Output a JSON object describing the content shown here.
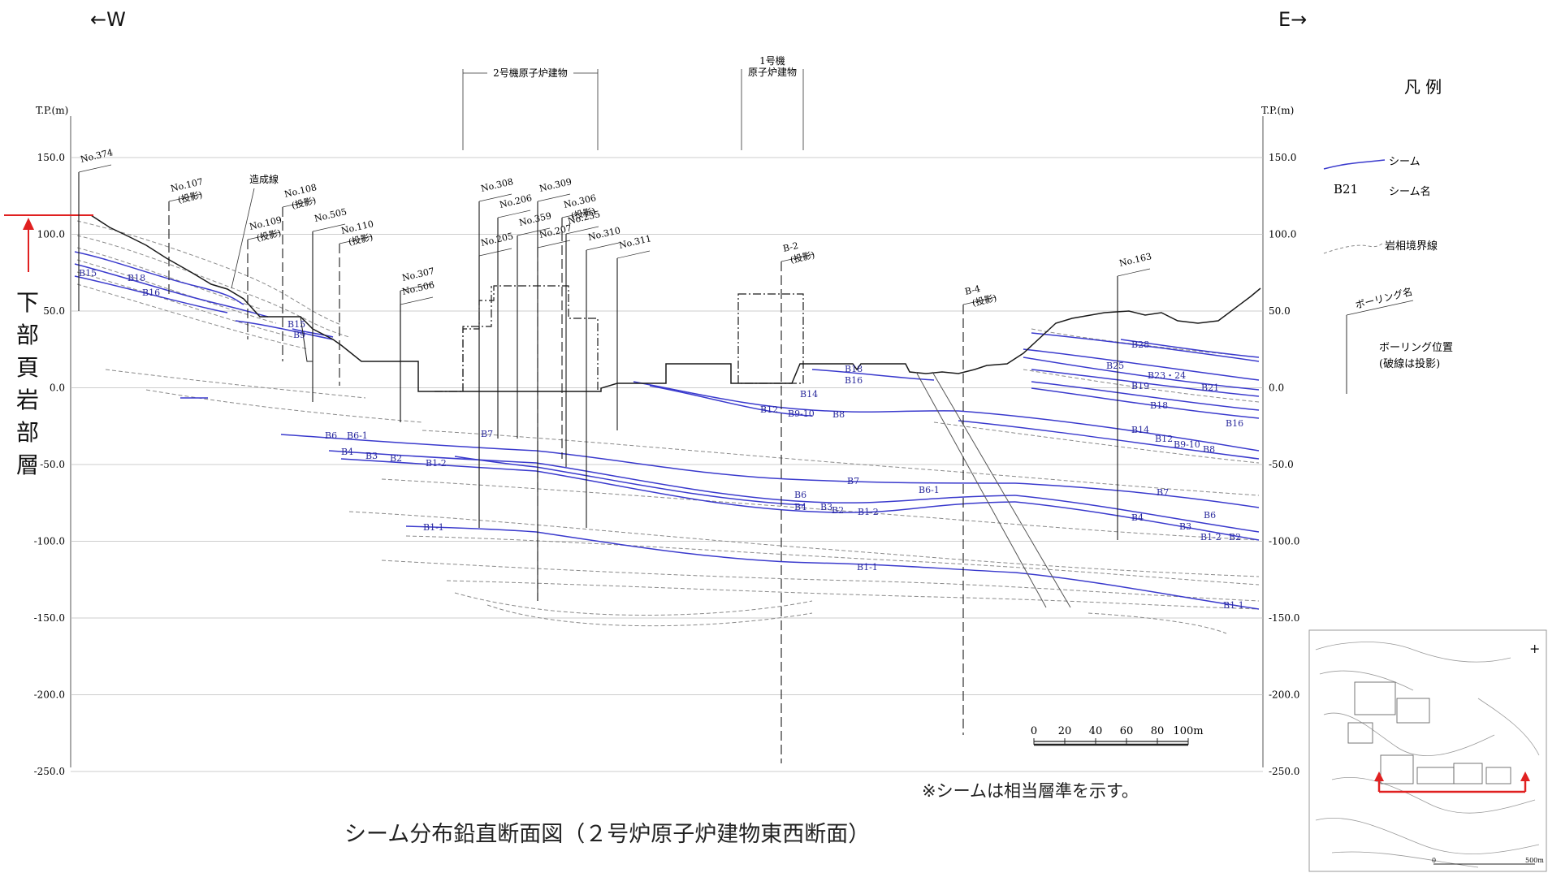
{
  "header": {
    "west": "←W",
    "east": "E→"
  },
  "left_label": "下部頁岩部層",
  "axis": {
    "title_left": "T.P.(m)",
    "title_right": "T.P.(m)",
    "ticks": [
      "150.0",
      "100.0",
      "50.0",
      "0.0",
      "-50.0",
      "-100.0",
      "-150.0",
      "-200.0",
      "-250.0"
    ]
  },
  "buildings": {
    "unit2": "2号機原子炉建物",
    "unit1_line1": "1号機",
    "unit1_line2": "原子炉建物"
  },
  "surface_label": "造成線",
  "boreholes": [
    {
      "name": "No.374"
    },
    {
      "name": "No.107",
      "note": "(投影)"
    },
    {
      "name": "No.108",
      "note": "(投影)"
    },
    {
      "name": "No.109",
      "note": "(投影)"
    },
    {
      "name": "No.505"
    },
    {
      "name": "No.110",
      "note": "(投影)"
    },
    {
      "name": "No.307"
    },
    {
      "name": "No.506"
    },
    {
      "name": "No.205"
    },
    {
      "name": "No.308"
    },
    {
      "name": "No.206"
    },
    {
      "name": "No.359"
    },
    {
      "name": "No.207"
    },
    {
      "name": "No.309"
    },
    {
      "name": "No.306",
      "note": "(投影)"
    },
    {
      "name": "No.235"
    },
    {
      "name": "No.310"
    },
    {
      "name": "No.311"
    },
    {
      "name": "B-2",
      "note": "(投影)"
    },
    {
      "name": "B-4",
      "note": "(投影)"
    },
    {
      "name": "No.163"
    }
  ],
  "seam_labels": [
    "B15",
    "B18",
    "B16",
    "B15",
    "B9",
    "B6",
    "B6-1",
    "B4",
    "B3",
    "B2",
    "B1-2",
    "B7",
    "B1-1",
    "B18",
    "B16",
    "B14",
    "B12",
    "B9-10",
    "B8",
    "B7",
    "B6",
    "B4",
    "B3",
    "B2",
    "B1-2",
    "B6-1",
    "B1-1",
    "B28",
    "B25",
    "B23・24",
    "B19",
    "B21",
    "B18",
    "B16",
    "B14",
    "B12",
    "B9-10",
    "B8",
    "B7",
    "B6",
    "B4",
    "B3",
    "B1-2",
    "B2",
    "B1-1"
  ],
  "legend": {
    "title": "凡 例",
    "seam": "シーム",
    "seam_name_sample": "B21",
    "seam_name": "シーム名",
    "boundary": "岩相境界線",
    "boring_name": "ボーリング名",
    "boring_pos_line1": "ボーリング位置",
    "boring_pos_line2": "(破線は投影)"
  },
  "scale": {
    "labels": [
      "0",
      "20",
      "40",
      "60",
      "80",
      "100m"
    ]
  },
  "minimap": {
    "scale_label": "500m",
    "north": "+"
  },
  "note": "※シームは相当層準を示す。",
  "caption": "シーム分布鉛直断面図（２号炉原子炉建物東西断面）",
  "colors": {
    "seam": "#3a3acd",
    "boundary": "#8a8a8a",
    "marker": "#e02020",
    "outline": "#1a1a1a"
  }
}
